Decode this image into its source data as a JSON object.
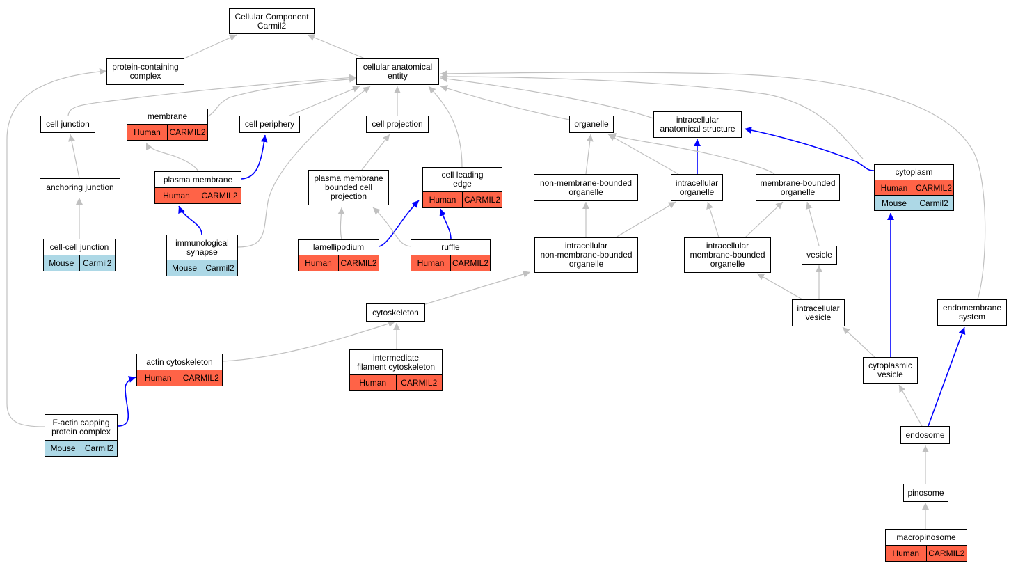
{
  "colors": {
    "human": "#ff6347",
    "mouse": "#add8e6",
    "edge_default": "#c0c0c0",
    "edge_highlight": "#0000ff"
  },
  "nodes": {
    "root": {
      "label": "Cellular Component\nCarmil2"
    },
    "protein_complex": {
      "label": "protein-containing\ncomplex"
    },
    "cellular_anatomical_entity": {
      "label": "cellular anatomical\nentity"
    },
    "cell_junction": {
      "label": "cell junction"
    },
    "membrane": {
      "label": "membrane",
      "row": [
        "Human",
        "CARMIL2"
      ]
    },
    "cell_periphery": {
      "label": "cell periphery"
    },
    "cell_projection": {
      "label": "cell projection"
    },
    "organelle": {
      "label": "organelle"
    },
    "intracellular_anatomical_structure": {
      "label": "intracellular\nanatomical structure"
    },
    "anchoring_junction": {
      "label": "anchoring junction"
    },
    "plasma_membrane": {
      "label": "plasma membrane",
      "row": [
        "Human",
        "CARMIL2"
      ]
    },
    "pm_bounded_cell_projection": {
      "label": "plasma membrane\nbounded cell\nprojection"
    },
    "cell_leading_edge": {
      "label": "cell leading\nedge",
      "row": [
        "Human",
        "CARMIL2"
      ]
    },
    "non_membrane_bounded_organelle": {
      "label": "non-membrane-bounded\norganelle"
    },
    "intracellular_organelle": {
      "label": "intracellular\norganelle"
    },
    "membrane_bounded_organelle": {
      "label": "membrane-bounded\norganelle"
    },
    "cytoplasm": {
      "label": "cytoplasm",
      "rows": [
        [
          "Human",
          "CARMIL2"
        ],
        [
          "Mouse",
          "Carmil2"
        ]
      ]
    },
    "cell_cell_junction": {
      "label": "cell-cell junction",
      "row": [
        "Mouse",
        "Carmil2"
      ]
    },
    "immunological_synapse": {
      "label": "immunological\nsynapse",
      "row": [
        "Mouse",
        "Carmil2"
      ]
    },
    "lamellipodium": {
      "label": "lamellipodium",
      "row": [
        "Human",
        "CARMIL2"
      ]
    },
    "ruffle": {
      "label": "ruffle",
      "row": [
        "Human",
        "CARMIL2"
      ]
    },
    "intracellular_nmb_organelle": {
      "label": "intracellular\nnon-membrane-bounded\norganelle"
    },
    "intracellular_mb_organelle": {
      "label": "intracellular\nmembrane-bounded\norganelle"
    },
    "vesicle": {
      "label": "vesicle"
    },
    "cytoskeleton": {
      "label": "cytoskeleton"
    },
    "intracellular_vesicle": {
      "label": "intracellular\nvesicle"
    },
    "endomembrane_system": {
      "label": "endomembrane\nsystem"
    },
    "actin_cytoskeleton": {
      "label": "actin cytoskeleton",
      "row": [
        "Human",
        "CARMIL2"
      ]
    },
    "intermediate_filament_cytoskeleton": {
      "label": "intermediate\nfilament cytoskeleton",
      "row": [
        "Human",
        "CARMIL2"
      ]
    },
    "cytoplasmic_vesicle": {
      "label": "cytoplasmic\nvesicle"
    },
    "f_actin_capping_protein_complex": {
      "label": "F-actin capping\nprotein complex",
      "row": [
        "Mouse",
        "Carmil2"
      ]
    },
    "endosome": {
      "label": "endosome"
    },
    "pinosome": {
      "label": "pinosome"
    },
    "macropinosome": {
      "label": "macropinosome",
      "row": [
        "Human",
        "CARMIL2"
      ]
    }
  },
  "edges": [
    {
      "from": "protein_complex",
      "to": "root",
      "highlight": false
    },
    {
      "from": "cellular_anatomical_entity",
      "to": "root",
      "highlight": false
    },
    {
      "from": "cell_junction",
      "to": "cellular_anatomical_entity",
      "highlight": false
    },
    {
      "from": "membrane",
      "to": "cellular_anatomical_entity",
      "highlight": false
    },
    {
      "from": "cell_periphery",
      "to": "cellular_anatomical_entity",
      "highlight": false
    },
    {
      "from": "cell_projection",
      "to": "cellular_anatomical_entity",
      "highlight": false
    },
    {
      "from": "organelle",
      "to": "cellular_anatomical_entity",
      "highlight": false
    },
    {
      "from": "intracellular_anatomical_structure",
      "to": "cellular_anatomical_entity",
      "highlight": false
    },
    {
      "from": "anchoring_junction",
      "to": "cell_junction",
      "highlight": false
    },
    {
      "from": "cell_cell_junction",
      "to": "anchoring_junction",
      "highlight": false
    },
    {
      "from": "plasma_membrane",
      "to": "membrane",
      "highlight": false
    },
    {
      "from": "plasma_membrane",
      "to": "cell_periphery",
      "highlight": true
    },
    {
      "from": "immunological_synapse",
      "to": "plasma_membrane",
      "highlight": true
    },
    {
      "from": "immunological_synapse",
      "to": "cellular_anatomical_entity",
      "highlight": false
    },
    {
      "from": "pm_bounded_cell_projection",
      "to": "cell_projection",
      "highlight": false
    },
    {
      "from": "cell_leading_edge",
      "to": "cellular_anatomical_entity",
      "highlight": false
    },
    {
      "from": "lamellipodium",
      "to": "pm_bounded_cell_projection",
      "highlight": false
    },
    {
      "from": "lamellipodium",
      "to": "cell_leading_edge",
      "highlight": true
    },
    {
      "from": "ruffle",
      "to": "pm_bounded_cell_projection",
      "highlight": false
    },
    {
      "from": "ruffle",
      "to": "cell_leading_edge",
      "highlight": true
    },
    {
      "from": "non_membrane_bounded_organelle",
      "to": "organelle",
      "highlight": false
    },
    {
      "from": "intracellular_organelle",
      "to": "organelle",
      "highlight": false
    },
    {
      "from": "intracellular_organelle",
      "to": "intracellular_anatomical_structure",
      "highlight": true
    },
    {
      "from": "membrane_bounded_organelle",
      "to": "organelle",
      "highlight": false
    },
    {
      "from": "cytoplasm",
      "to": "intracellular_anatomical_structure",
      "highlight": true
    },
    {
      "from": "cytoplasm",
      "to": "cellular_anatomical_entity",
      "highlight": false
    },
    {
      "from": "intracellular_nmb_organelle",
      "to": "non_membrane_bounded_organelle",
      "highlight": false
    },
    {
      "from": "intracellular_nmb_organelle",
      "to": "intracellular_organelle",
      "highlight": false
    },
    {
      "from": "intracellular_mb_organelle",
      "to": "intracellular_organelle",
      "highlight": false
    },
    {
      "from": "intracellular_mb_organelle",
      "to": "membrane_bounded_organelle",
      "highlight": false
    },
    {
      "from": "vesicle",
      "to": "membrane_bounded_organelle",
      "highlight": false
    },
    {
      "from": "cytoskeleton",
      "to": "intracellular_nmb_organelle",
      "highlight": false
    },
    {
      "from": "intracellular_vesicle",
      "to": "intracellular_mb_organelle",
      "highlight": false
    },
    {
      "from": "intracellular_vesicle",
      "to": "vesicle",
      "highlight": false
    },
    {
      "from": "actin_cytoskeleton",
      "to": "cytoskeleton",
      "highlight": false
    },
    {
      "from": "intermediate_filament_cytoskeleton",
      "to": "cytoskeleton",
      "highlight": false
    },
    {
      "from": "cytoplasmic_vesicle",
      "to": "intracellular_vesicle",
      "highlight": false
    },
    {
      "from": "cytoplasmic_vesicle",
      "to": "cytoplasm",
      "highlight": true
    },
    {
      "from": "endomembrane_system",
      "to": "cellular_anatomical_entity",
      "highlight": false
    },
    {
      "from": "f_actin_capping_protein_complex",
      "to": "actin_cytoskeleton",
      "highlight": true
    },
    {
      "from": "f_actin_capping_protein_complex",
      "to": "protein_complex",
      "highlight": false
    },
    {
      "from": "endosome",
      "to": "cytoplasmic_vesicle",
      "highlight": false
    },
    {
      "from": "endosome",
      "to": "endomembrane_system",
      "highlight": true
    },
    {
      "from": "pinosome",
      "to": "endosome",
      "highlight": false
    },
    {
      "from": "macropinosome",
      "to": "pinosome",
      "highlight": false
    }
  ]
}
